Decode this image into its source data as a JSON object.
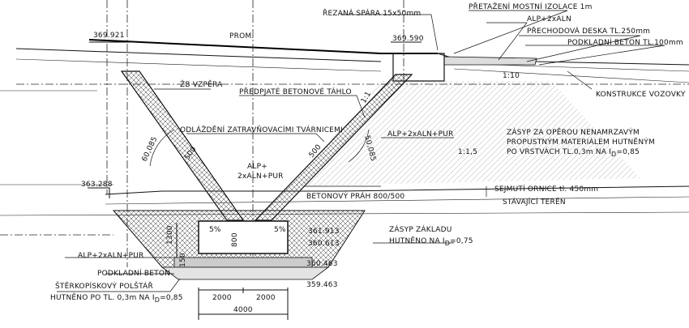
{
  "labels": {
    "rezana_sparа": "ŘEZANÁ SPÁRA 15x50mm",
    "pretazeni": "PŘETAŽENÍ MOSTNÍ IZOLACE 1m",
    "alp_2xaln_top": "ALP+2xALN",
    "prechodova_deska": "PŘECHODOVÁ DESKA TL.250mm",
    "podkladni_beton_top": "PODKLADNÍ BETON TL.100mm",
    "konstrukce_vozovky": "KONSTRUKCE VOZOVKY",
    "prom": "PROM.",
    "elev_369921": "369.921",
    "elev_369590": "369.590",
    "elev_363288": "363.288",
    "zb_vzpera": "ŽB VZPĚRA",
    "predpjate_tahlo": "PŘEDPJATÉ BETONOVÉ TÁHLO",
    "odlazdeni": "ODLÁŽDĚNÍ ZATRAVŇOVACÍMI TVÁRNICEMI",
    "alp_2xaln_pur_mid": "ALP+2xALN+PUR",
    "alp_plus": "ALP+",
    "alp_2xaln_pur_left": "2xALN+PUR",
    "zasyp": "ZÁSYP ZA OPĚROU NENAMRZAVÝM",
    "zasyp2": "PROPUSTNÝM MATERIÁLEM HUTNĚNÝM",
    "zasyp3": "PO VRSTVÁCH TL.0,3m NA I",
    "zasyp3_sub": "D",
    "zasyp3_end": "=0,85",
    "slope_1_1": "1:1",
    "slope_1_15": "1:1,5",
    "slope_1_10": "1:10",
    "angle_60": "60,085",
    "angle_50": "50,085",
    "dim_500_left": "500",
    "dim_500_right": "500",
    "sejmuti": "SEJMUTÍ ORNICE tl. 450mm",
    "stavajici": "STÁVAJÍCÍ TERÉN",
    "betonovy_prah": "BETONOVÝ PRÁH 800/500",
    "zasyp_zakladu": "ZÁSYP ZÁKLADU",
    "zasyp_zakladu2": "HUTNĚNO NA I",
    "zasyp_zakladu2_sub": "D",
    "zasyp_zakladu2_end": "=0,75",
    "pct_left": "5%",
    "pct_right": "5%",
    "dim_1300": "1300",
    "dim_800": "800",
    "dim_150": "150",
    "elev_361913": "361.913",
    "elev_360613": "360.613",
    "elev_360463": "360.463",
    "elev_359463": "359.463",
    "alp_2xaln_pur_bot": "ALP+2xALN+PUR",
    "podkladni_beton_bot": "PODKLADNÍ BETON",
    "sterkopiskovy": "ŠTĚRKOPÍSKOVÝ POLŠTÁŘ",
    "hutneno": "HUTNĚNO PO TL. 0,3m NA I",
    "hutneno_sub": "D",
    "hutneno_end": "=0,85",
    "dim_2000_a": "2000",
    "dim_2000_b": "2000",
    "dim_4000": "4000"
  }
}
